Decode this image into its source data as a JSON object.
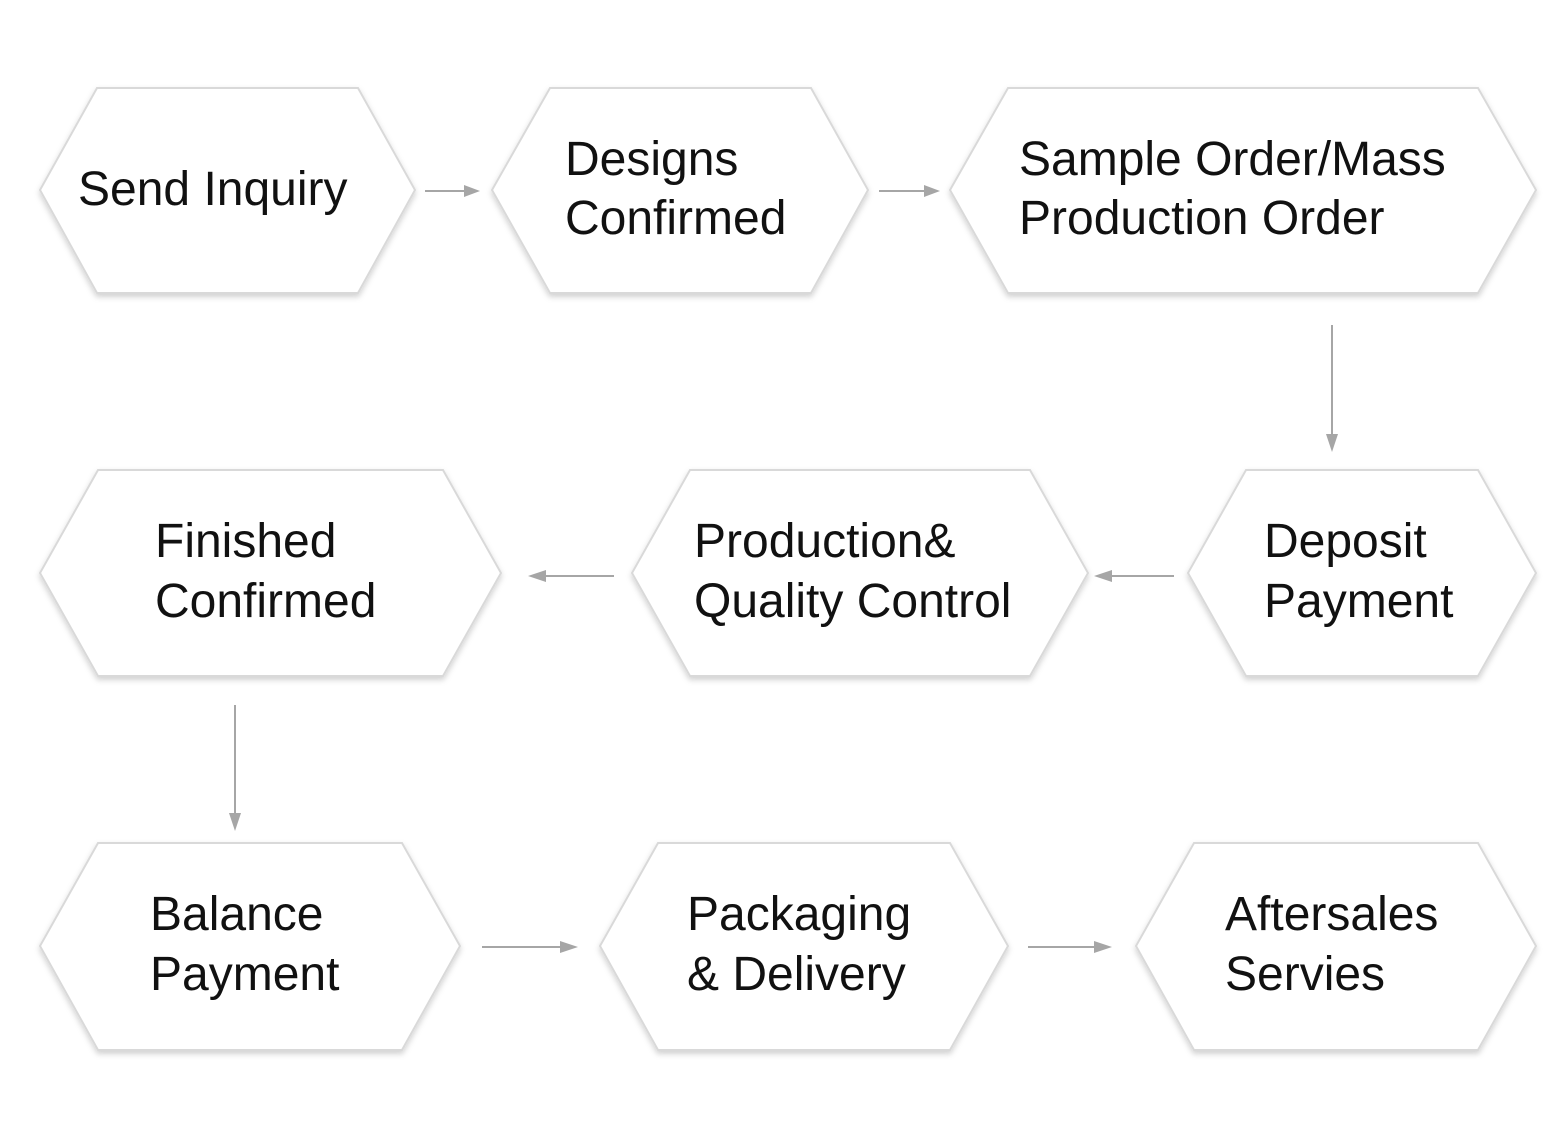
{
  "steps": [
    {
      "id": "send-inquiry",
      "lines": [
        "Send  Inquiry"
      ]
    },
    {
      "id": "designs-confirmed",
      "lines": [
        "Designs",
        "Confirmed"
      ]
    },
    {
      "id": "sample-mass-order",
      "lines": [
        "Sample Order/Mass",
        "Production Order"
      ]
    },
    {
      "id": "deposit-payment",
      "lines": [
        "Deposit",
        "Payment"
      ]
    },
    {
      "id": "production-quality-control",
      "lines": [
        "Production&",
        "Quality Control"
      ]
    },
    {
      "id": "finished-confirmed",
      "lines": [
        "Finished",
        "Confirmed"
      ]
    },
    {
      "id": "balance-payment",
      "lines": [
        "Balance",
        "Payment"
      ]
    },
    {
      "id": "packaging-delivery",
      "lines": [
        "Packaging",
        "& Delivery"
      ]
    },
    {
      "id": "aftersales-servies",
      "lines": [
        "Aftersales",
        "Servies"
      ]
    }
  ],
  "colors": {
    "hex_fill": "#ffffff",
    "hex_stroke": "#d9d9d9",
    "arrow": "#a6a6a6",
    "text": "#111111"
  }
}
